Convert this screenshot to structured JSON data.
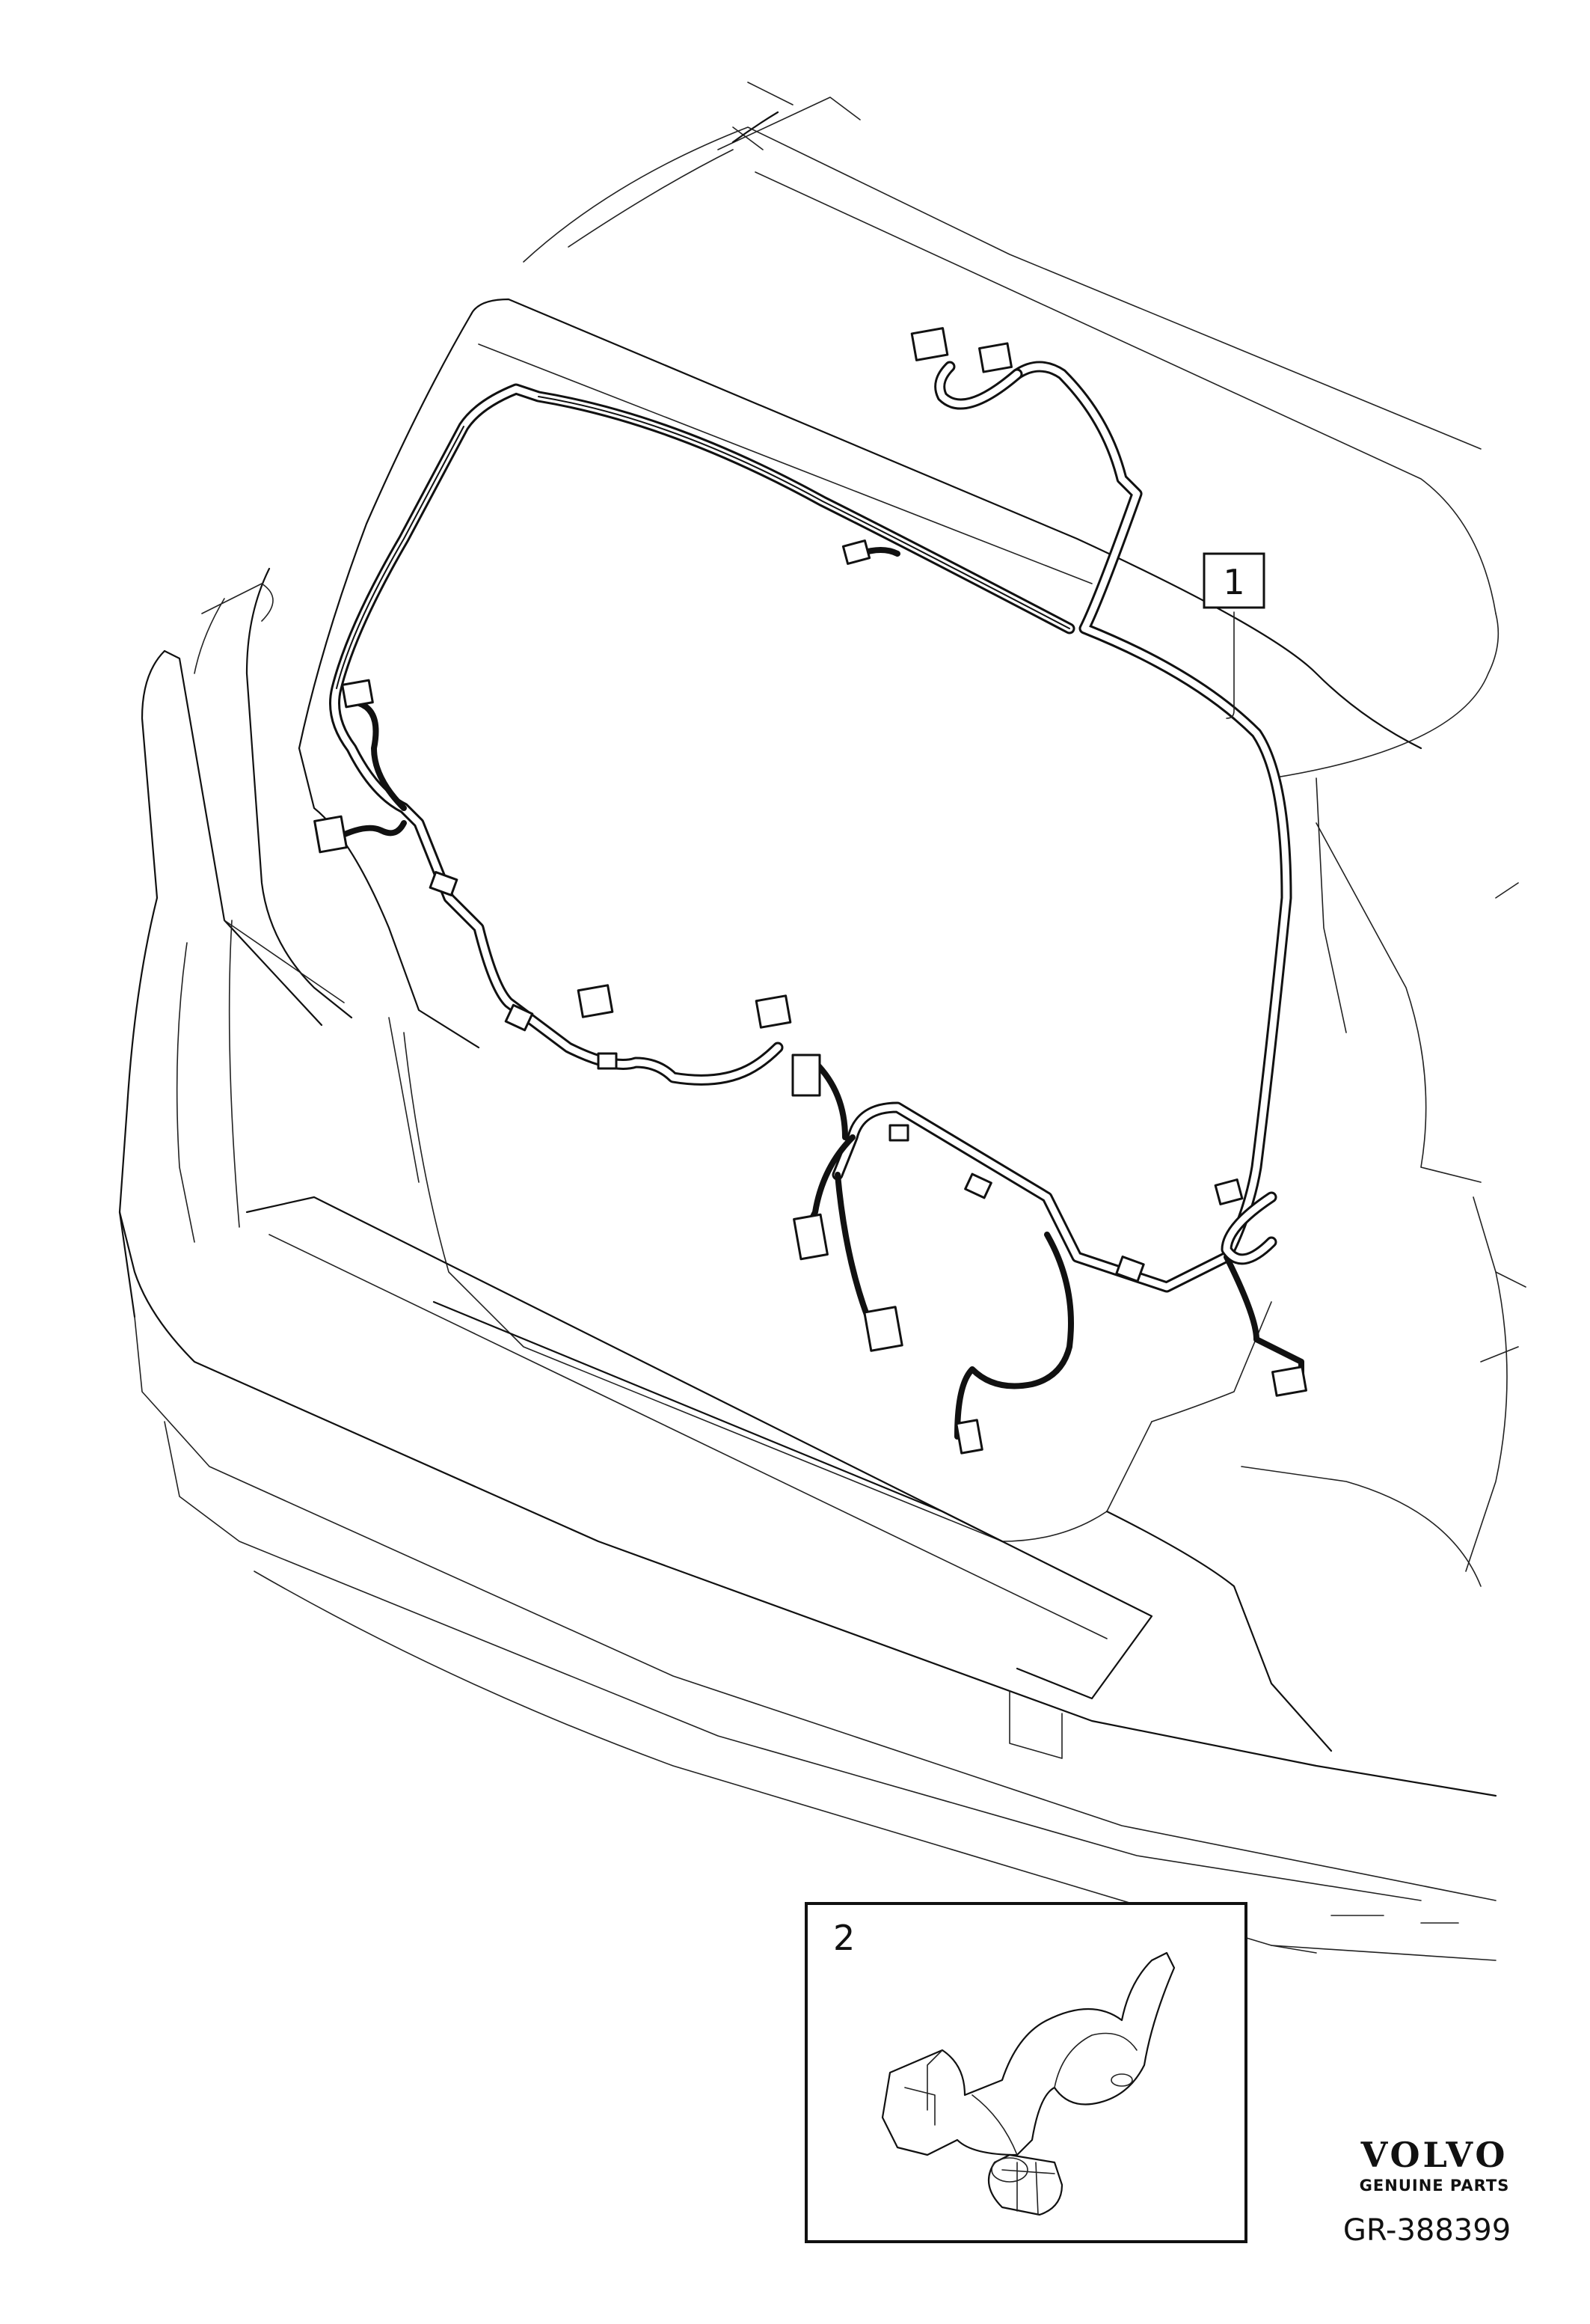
{
  "callouts": {
    "harness": "1",
    "clip": "2"
  },
  "branding": {
    "name": "VOLVO",
    "tagline": "GENUINE PARTS"
  },
  "reference_number": "GR-388399"
}
